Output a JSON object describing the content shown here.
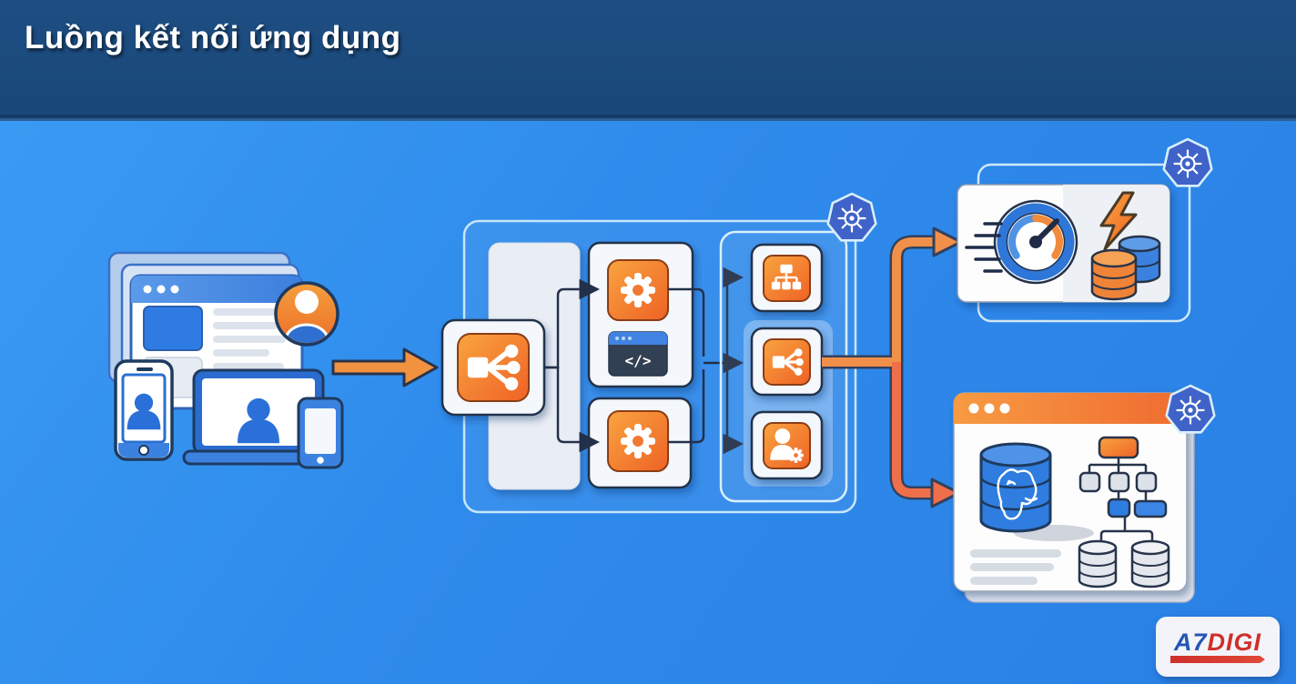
{
  "header": {
    "title": "Luồng kết nối ứng dụng"
  },
  "code_window": {
    "glyph": "</>"
  },
  "logo": {
    "part1": "A7",
    "part2": "DIGI"
  },
  "colors": {
    "header_bg": "#1d4e82",
    "canvas_gradient_start": "#3b9cf4",
    "canvas_gradient_end": "#2a80e4",
    "node_fill": "#f4f7fb",
    "node_border": "#24324c",
    "icon_orange_start": "#f9a43f",
    "icon_orange_end": "#ee6226",
    "flow_orange": "#f1904a",
    "flow_red_orange": "#ee6f4a",
    "container_border": "#c6e6fa",
    "kubernetes_badge": "#3f63c8",
    "postgres_blue": "#2f7de0",
    "browser_bar_orange": "#f6863c",
    "logo_blue": "#2356b4",
    "logo_red": "#d02f2a"
  },
  "diagram": {
    "type": "flow",
    "nodes": [
      {
        "id": "clients",
        "icons": [
          "browser-window",
          "smartphone",
          "laptop",
          "tablet",
          "user-avatar"
        ]
      },
      {
        "id": "ingress-load-balancer",
        "icons": [
          "load-balancer"
        ]
      },
      {
        "id": "service-gear-top",
        "icons": [
          "gear"
        ]
      },
      {
        "id": "code-runtime",
        "icons": [
          "code-window"
        ],
        "glyph": "</>"
      },
      {
        "id": "service-gear-bottom",
        "icons": [
          "gear"
        ]
      },
      {
        "id": "k8s-pod-sitemap",
        "icons": [
          "sitemap"
        ]
      },
      {
        "id": "k8s-pod-load-balancer",
        "icons": [
          "load-balancer"
        ]
      },
      {
        "id": "k8s-pod-user-service",
        "icons": [
          "user-gear"
        ]
      },
      {
        "id": "monitoring-panel",
        "icons": [
          "speed-gauge",
          "lightning-bolt",
          "cache-database-orange",
          "cache-database-blue",
          "kubernetes"
        ]
      },
      {
        "id": "database-panel",
        "icons": [
          "postgresql-database",
          "schema-tree",
          "database-cylinder",
          "database-cylinder",
          "kubernetes"
        ]
      }
    ],
    "edges": [
      {
        "from": "clients",
        "to": "ingress-load-balancer",
        "style": "thick-orange-arrow"
      },
      {
        "from": "ingress-load-balancer",
        "to": "service-gear-top",
        "style": "thin-dark-arrow"
      },
      {
        "from": "ingress-load-balancer",
        "to": "service-gear-bottom",
        "style": "thin-dark-arrow"
      },
      {
        "from": "service-gear-top",
        "to": "k8s-pods",
        "style": "thin-dark-arrow"
      },
      {
        "from": "service-gear-bottom",
        "to": "k8s-pods",
        "style": "thin-dark-arrow"
      },
      {
        "from": "k8s-pods",
        "to": "k8s-pod-sitemap",
        "style": "thin-dark-arrow"
      },
      {
        "from": "k8s-pods",
        "to": "k8s-pod-load-balancer",
        "style": "thin-dark-arrow"
      },
      {
        "from": "k8s-pods",
        "to": "k8s-pod-user-service",
        "style": "thin-dark-arrow"
      },
      {
        "from": "k8s-pod-load-balancer",
        "to": "monitoring-panel",
        "style": "thick-orange-arrow"
      },
      {
        "from": "k8s-pod-load-balancer",
        "to": "database-panel",
        "style": "thick-red-orange-arrow"
      }
    ]
  }
}
